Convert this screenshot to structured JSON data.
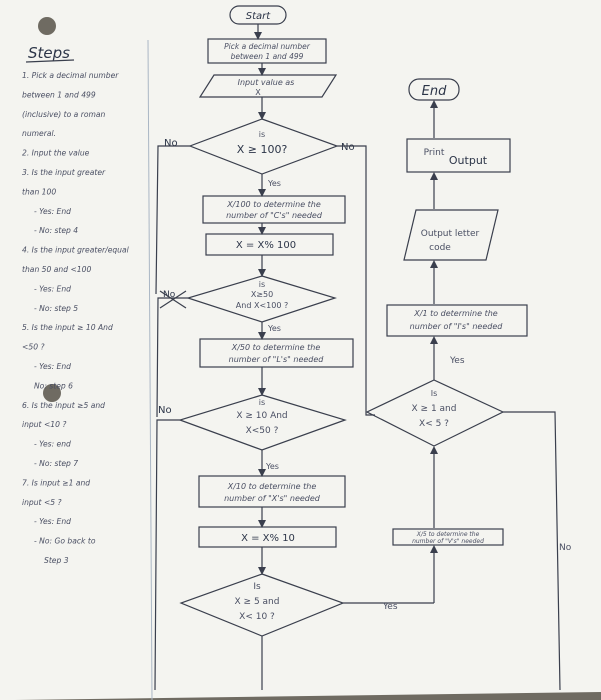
{
  "paper": {
    "background": "#f4f4f0",
    "margin_line_color": "#e8b8b8"
  },
  "steps": {
    "title": "Steps",
    "lines": [
      "1. Pick a decimal number",
      "between 1 and 499",
      "(inclusive) to a roman",
      "numeral.",
      "2. Input the value",
      "3. Is the input greater",
      "than 100",
      "- Yes: End",
      "- No: step 4",
      "4. Is the input greater/equal",
      "than 50 and <100",
      "- Yes: End",
      "- No: step 5",
      "5. Is the input ≥ 10 And",
      "<50 ?",
      "- Yes: End",
      "No: step 6",
      "6. Is the input ≥5 and",
      "input <10 ?",
      "- Yes: end",
      "- No: step 7",
      "7. Is input ≥1 and",
      "input <5 ?",
      "- Yes: End",
      "- No: Go back to",
      "Step 3"
    ]
  },
  "flow": {
    "start": "Start",
    "pick_1": "Pick a decimal number",
    "pick_2": "between 1 and 499",
    "input_1": "Input value as",
    "input_2": "X",
    "d1_1": "is",
    "d1_2": "X ≥ 100?",
    "p1_1": "X/100 to determine the",
    "p1_2": "number of \"C's\" needed",
    "a1": "X = X% 100",
    "d2_1": "is",
    "d2_2": "X≥50",
    "d2_3": "And X<100 ?",
    "p2_1": "X/50 to determine the",
    "p2_2": "number of \"L's\" needed",
    "d3_1": "is",
    "d3_2": "X ≥ 10 And",
    "d3_3": "X<50 ?",
    "p3_1": "X/10 to determine the",
    "p3_2": "number of \"X's\" needed",
    "a3": "X = X% 10",
    "d4_1": "Is",
    "d4_2": "X ≥ 5 and",
    "d4_3": "X< 10 ?",
    "end": "End",
    "print_1": "Print",
    "print_2": "Output",
    "out_1": "Output letter",
    "out_2": "code",
    "p5_1": "X/1 to determine the",
    "p5_2": "number of \"I's\" needed",
    "d5_1": "Is",
    "d5_2": "X ≥ 1 and",
    "d5_3": "X< 5 ?",
    "p4_1": "X/5 to determine the",
    "p4_2": "number of \"V's\" needed",
    "yes": "Yes",
    "no": "No"
  }
}
